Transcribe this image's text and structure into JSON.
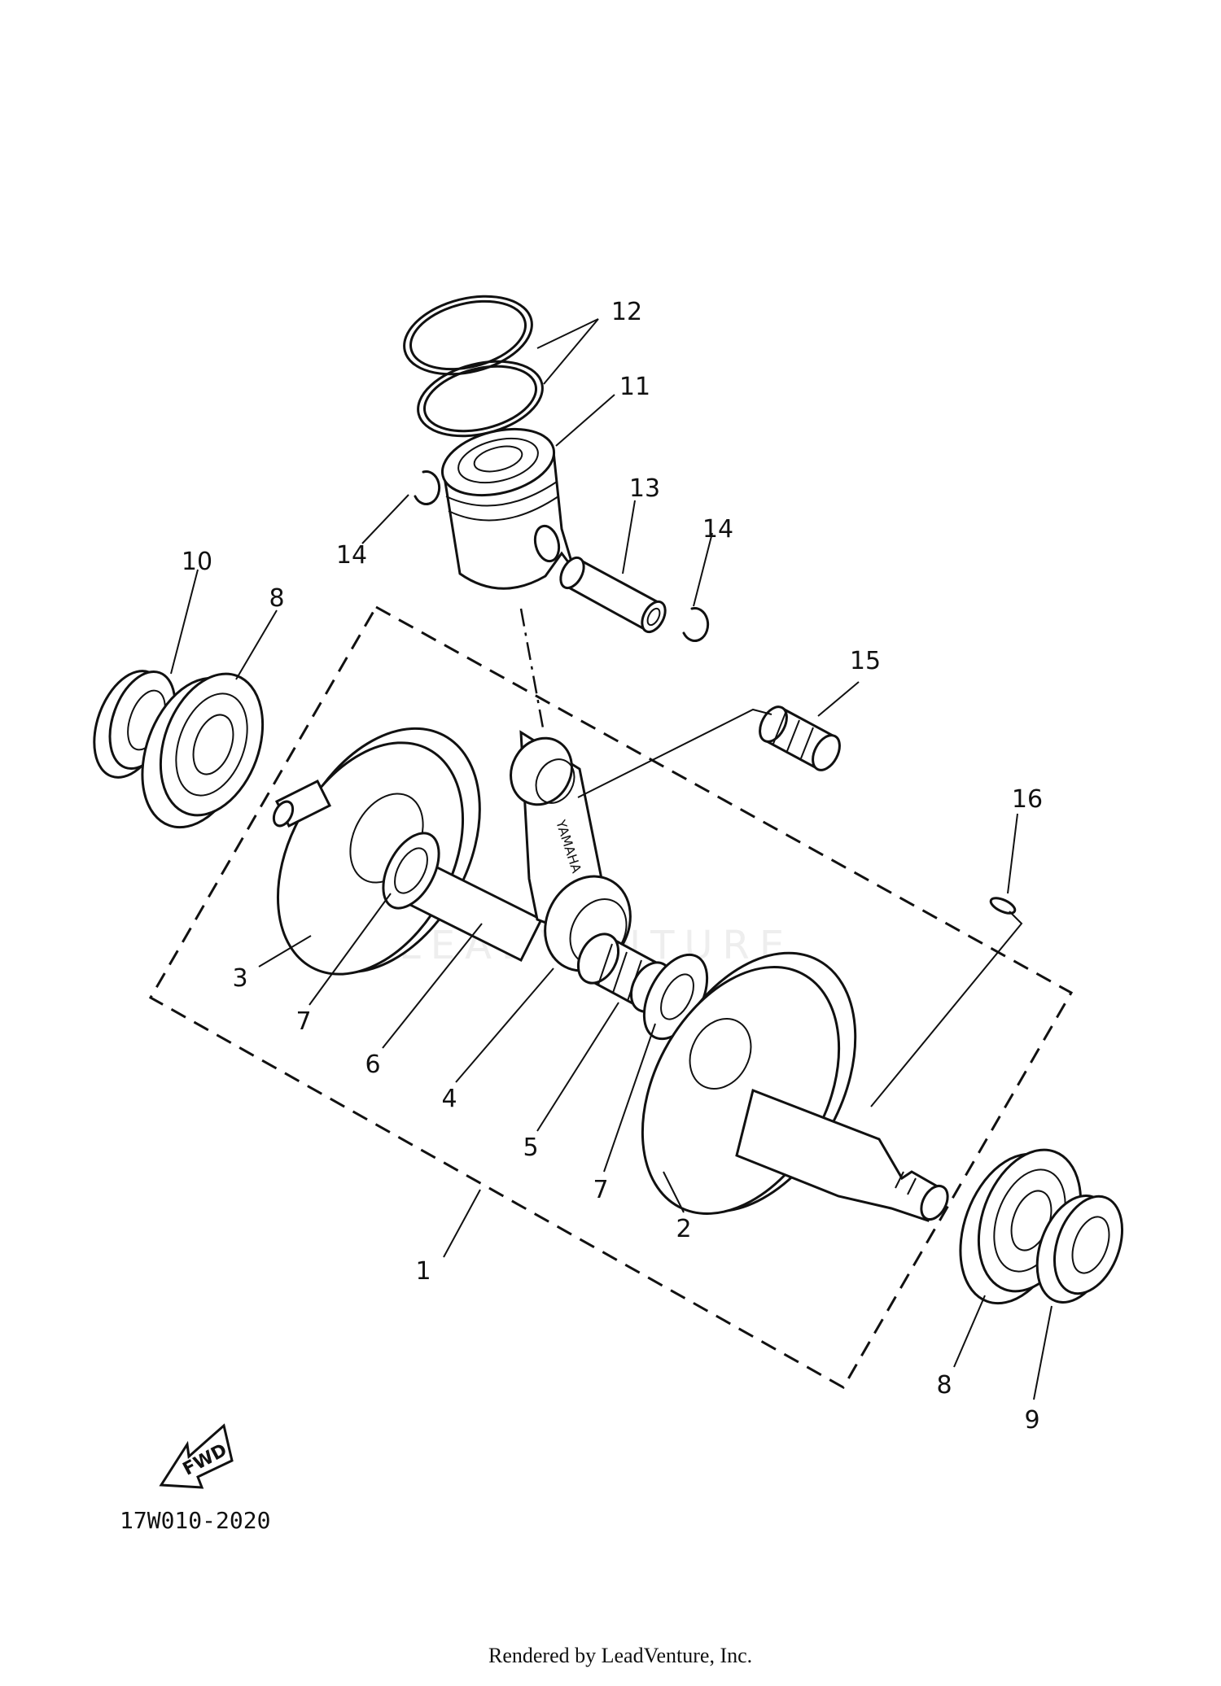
{
  "diagram": {
    "brand_on_rod": "YAMAHA",
    "watermark": "LEADVENTURE",
    "direction_label": "FWD",
    "diagram_code": "17W010-2020",
    "footer": "Rendered by LeadVenture, Inc.",
    "callouts": {
      "c1": "1",
      "c2": "2",
      "c3": "3",
      "c4": "4",
      "c5": "5",
      "c6": "6",
      "c7a": "7",
      "c7b": "7",
      "c8a": "8",
      "c8b": "8",
      "c9": "9",
      "c10": "10",
      "c11": "11",
      "c12": "12",
      "c13": "13",
      "c14a": "14",
      "c14b": "14",
      "c15": "15",
      "c16": "16"
    }
  }
}
